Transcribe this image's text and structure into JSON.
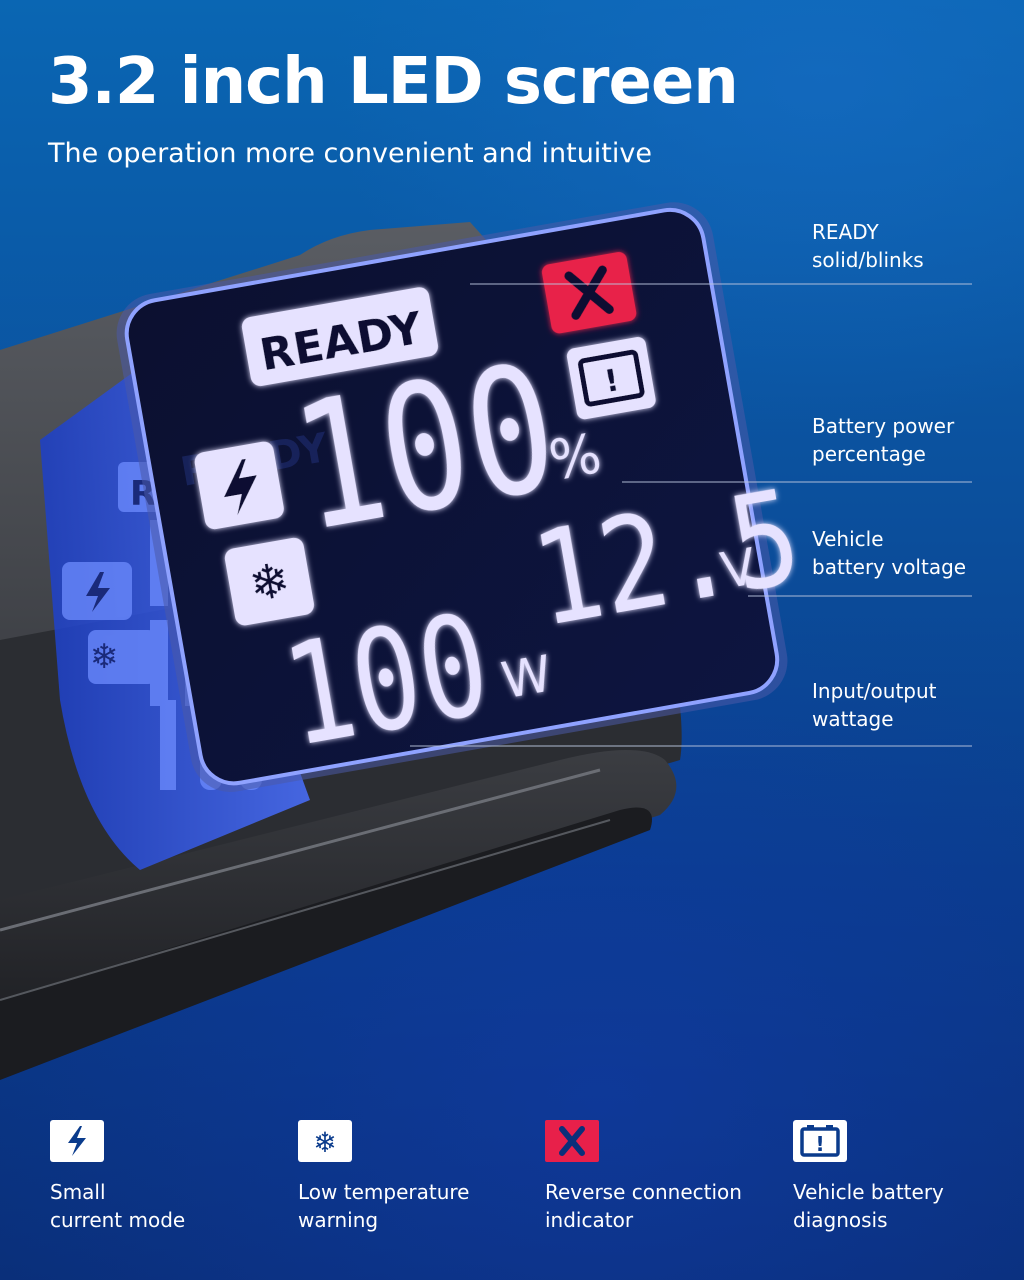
{
  "header": {
    "title": "3.2 inch LED screen",
    "subtitle": "The operation more convenient and intuitive"
  },
  "screen": {
    "ready_text": "READY",
    "ghost_ready_text": "READY",
    "ghost_r": "R",
    "percentage_value": "100",
    "percentage_unit": "%",
    "voltage_value": "12.5",
    "voltage_unit": "V",
    "wattage_value": "100",
    "wattage_unit": "W"
  },
  "callouts": [
    {
      "line1": "READY",
      "line2": "solid/blinks"
    },
    {
      "line1": "Battery power",
      "line2": "percentage"
    },
    {
      "line1": "Vehicle",
      "line2": "battery voltage"
    },
    {
      "line1": "Input/output",
      "line2": "wattage"
    }
  ],
  "features": [
    {
      "icon": "lightning-icon",
      "line1": "Small",
      "line2": "current mode"
    },
    {
      "icon": "snowflake-icon",
      "line1": "Low temperature",
      "line2": "warning"
    },
    {
      "icon": "x-icon",
      "line1": "Reverse connection",
      "line2": "indicator"
    },
    {
      "icon": "battery-alert-icon",
      "line1": "Vehicle battery",
      "line2": "diagnosis"
    }
  ],
  "colors": {
    "background": "#0b4f9c",
    "screen_glow": "#dcd8ff",
    "lcd_backlight": "#3c5fe0",
    "reverse_indicator": "#e8204a",
    "device_body": "#3a3d44"
  }
}
